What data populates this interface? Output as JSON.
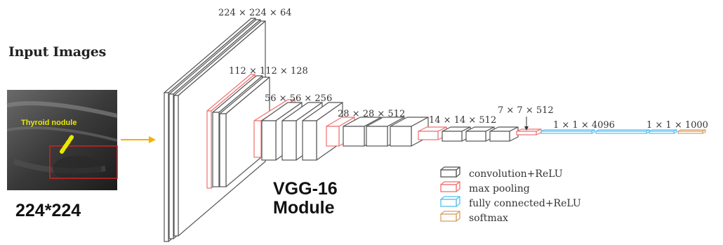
{
  "input": {
    "title": "Input Images",
    "image_annotation": "Thyroid nodule",
    "resolution": "224*224"
  },
  "model": {
    "name_line1": "VGG-16",
    "name_line2": "Module"
  },
  "layer_dimensions": [
    "224 × 224 × 64",
    "112 × 112 × 128",
    "56 × 56 × 256",
    "28 × 28 × 512",
    "14 × 14 × 512",
    "7 × 7 × 512",
    "1 × 1 × 4096",
    "1 × 1 × 1000"
  ],
  "legend": [
    {
      "label": "convolution+ReLU",
      "color": "#555555"
    },
    {
      "label": "max pooling",
      "color": "#f07070"
    },
    {
      "label": "fully  connected+ReLU",
      "color": "#55c0ee"
    },
    {
      "label": "softmax",
      "color": "#d9a060"
    }
  ],
  "colors": {
    "conv": "#555555",
    "pool": "#f07070",
    "fc": "#55c0ee",
    "softmax": "#d9a060",
    "arrow": "#f5b000",
    "bbox": "#cc2222",
    "annotation": "#e8e800"
  }
}
